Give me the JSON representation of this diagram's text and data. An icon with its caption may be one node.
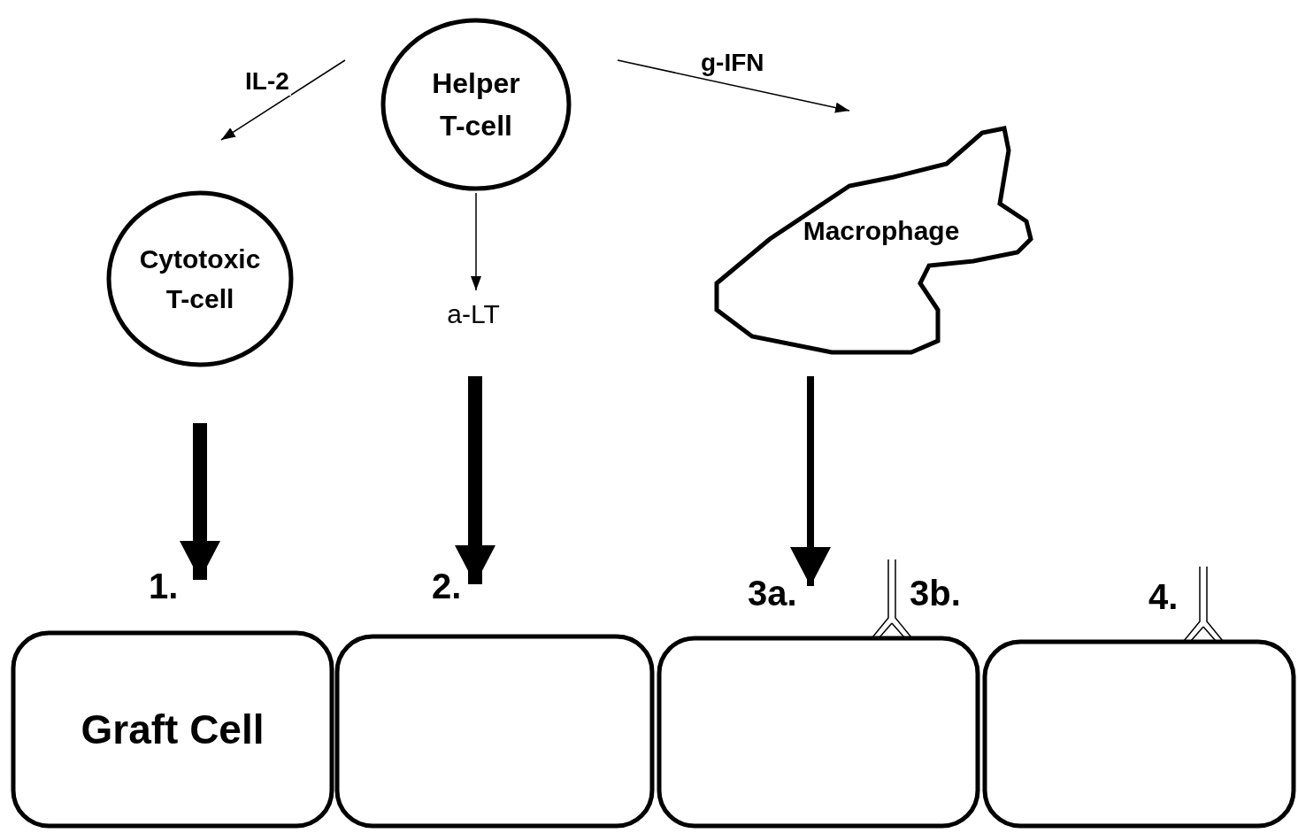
{
  "diagram": {
    "nodes": [
      {
        "text": [
          "Helper T-cell"
        ]
      },
      {
        "text": [
          "Cytotoxic T-cell"
        ]
      },
      {
        "text": [
          "a-LT"
        ]
      },
      {
        "text": [
          "Macrophage"
        ]
      },
      {
        "text": [
          "Graft Cell"
        ]
      },
      {
        "text": [],
        "shape": "box"
      },
      {
        "text": [],
        "shape": "box"
      },
      {
        "text": [],
        "shape": "box"
      }
    ],
    "edges": [
      {
        "from": 0,
        "to": 1,
        "arrow": "to",
        "label": "IL-2"
      },
      {
        "from": 0,
        "to": 2,
        "arrow": "to"
      },
      {
        "from": 0,
        "to": 3,
        "arrow": "to",
        "label": "g-IFN"
      },
      {
        "from": 1,
        "to": 4,
        "arrow": "to",
        "style": "thick"
      },
      {
        "from": 2,
        "to": 5,
        "arrow": "to",
        "style": "thick"
      },
      {
        "from": 3,
        "to": 6,
        "arrow": "to",
        "style": "thick"
      }
    ],
    "labels": [
      "1.",
      "2.",
      "3a.",
      "3b.",
      "4."
    ]
  }
}
